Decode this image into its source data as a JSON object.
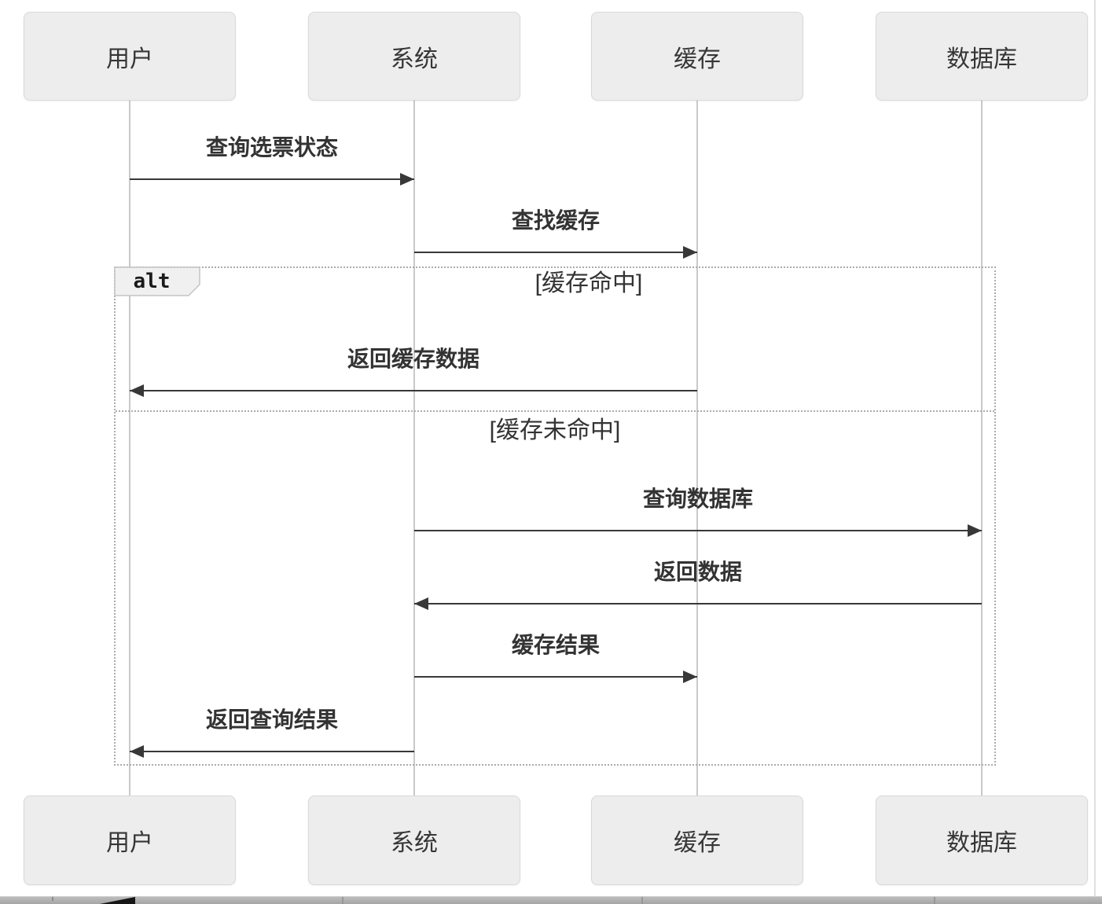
{
  "diagram": {
    "type": "sequence-diagram",
    "participants": [
      {
        "id": "user",
        "name": "用户"
      },
      {
        "id": "system",
        "name": "系统"
      },
      {
        "id": "cache",
        "name": "缓存"
      },
      {
        "id": "database",
        "name": "数据库"
      }
    ],
    "messages": [
      {
        "from": "用户",
        "to": "系统",
        "label": "查询选票状态"
      },
      {
        "from": "系统",
        "to": "缓存",
        "label": "查找缓存"
      },
      {
        "from": "缓存",
        "to": "用户",
        "label": "返回缓存数据"
      },
      {
        "from": "系统",
        "to": "数据库",
        "label": "查询数据库"
      },
      {
        "from": "数据库",
        "to": "系统",
        "label": "返回数据"
      },
      {
        "from": "系统",
        "to": "缓存",
        "label": "缓存结果"
      },
      {
        "from": "系统",
        "to": "用户",
        "label": "返回查询结果"
      }
    ],
    "alt_block": {
      "label": "alt",
      "conditions": [
        "[缓存命中]",
        "[缓存未命中]"
      ]
    }
  },
  "colors": {
    "participant_fill": "#ededed",
    "participant_border": "#d9d9d9",
    "lifeline": "#c9c9c9",
    "arrow": "#383838",
    "frame_border": "#ababab",
    "text": "#333333"
  }
}
